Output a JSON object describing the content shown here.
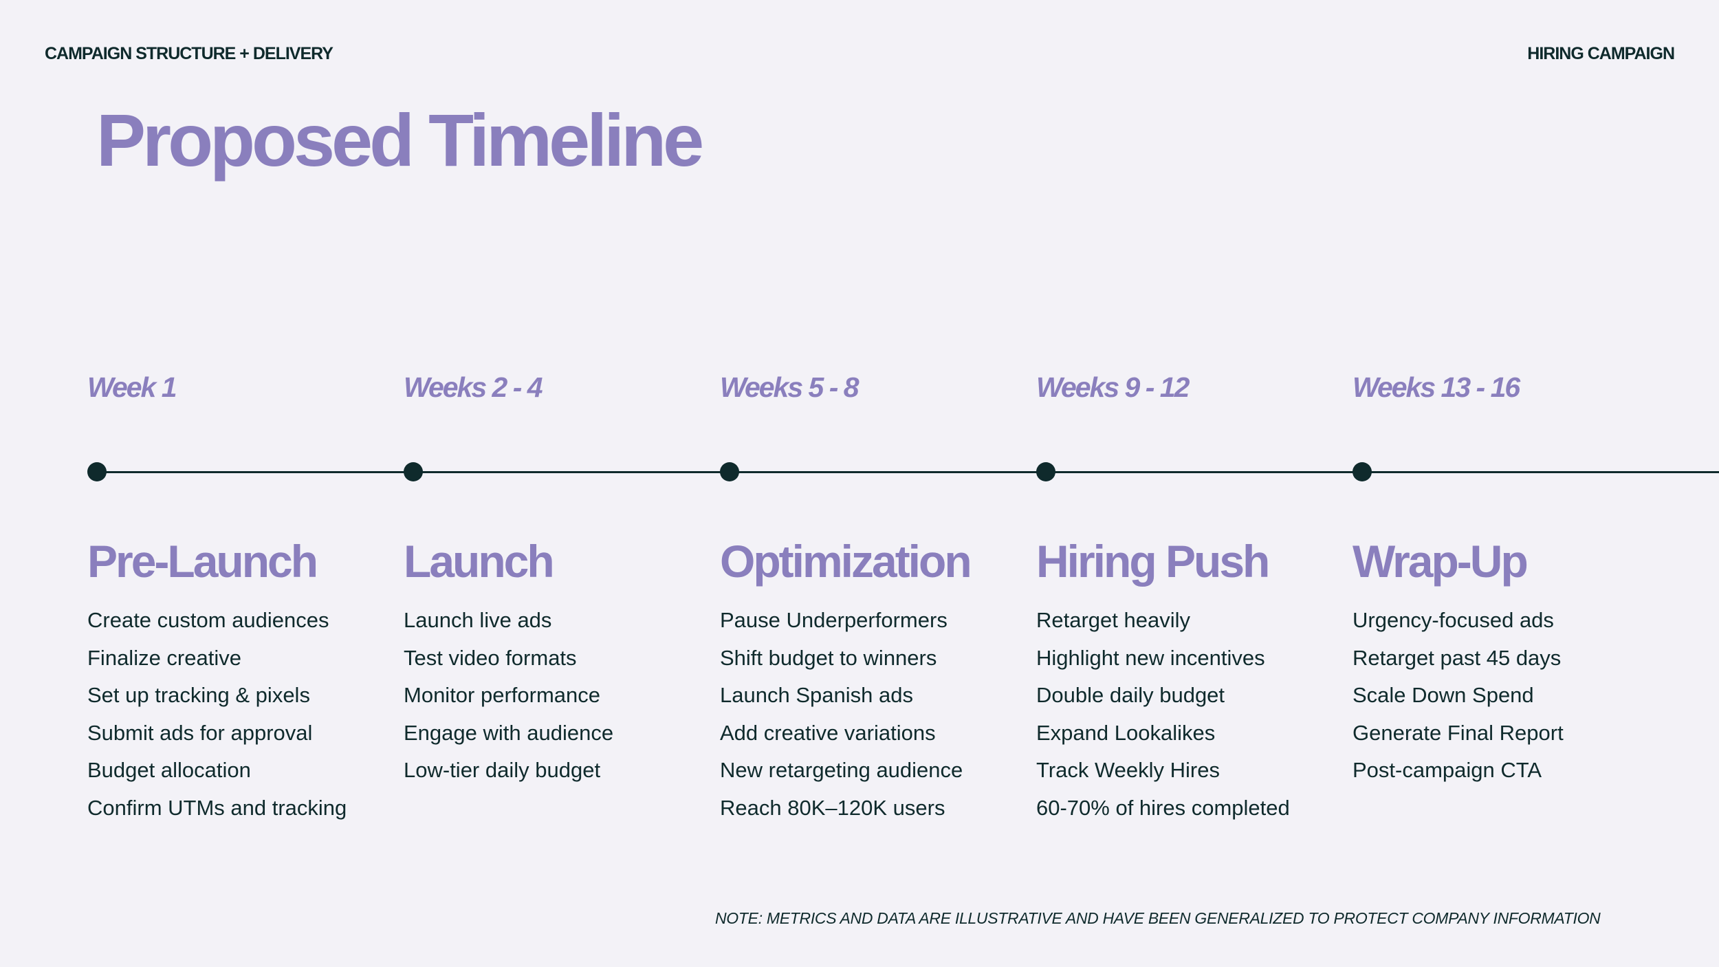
{
  "header": {
    "left": "CAMPAIGN STRUCTURE + DELIVERY",
    "right": "HIRING CAMPAIGN"
  },
  "title": "Proposed Timeline",
  "phases": [
    {
      "week": "Week 1",
      "title": "Pre-Launch",
      "items": [
        "Create custom audiences",
        "Finalize creative",
        "Set up tracking & pixels",
        "Submit ads for approval",
        "Budget allocation",
        "Confirm UTMs and tracking"
      ]
    },
    {
      "week": "Weeks 2 - 4",
      "title": "Launch",
      "items": [
        "Launch live ads",
        "Test video formats",
        "Monitor performance",
        "Engage with audience",
        "Low-tier daily budget"
      ]
    },
    {
      "week": "Weeks 5 - 8",
      "title": "Optimization",
      "items": [
        "Pause Underperformers",
        "Shift budget to winners",
        "Launch Spanish ads",
        "Add creative variations",
        "New retargeting audience",
        "Reach 80K–120K users"
      ]
    },
    {
      "week": "Weeks 9 - 12",
      "title": "Hiring Push",
      "items": [
        "Retarget heavily",
        "Highlight new incentives",
        "Double daily budget",
        "Expand Lookalikes",
        "Track Weekly Hires",
        "60-70% of hires completed"
      ]
    },
    {
      "week": "Weeks 13 - 16",
      "title": "Wrap-Up",
      "items": [
        "Urgency-focused ads",
        "Retarget past 45 days",
        "Scale Down Spend",
        "Generate Final Report",
        "Post-campaign CTA"
      ]
    }
  ],
  "note": "NOTE: METRICS AND DATA ARE ILLUSTRATIVE AND HAVE BEEN GENERALIZED TO PROTECT COMPANY INFORMATION",
  "colors": {
    "accent": "#8a7fbd",
    "text": "#0f2a2c",
    "background": "#f3f2f7"
  }
}
